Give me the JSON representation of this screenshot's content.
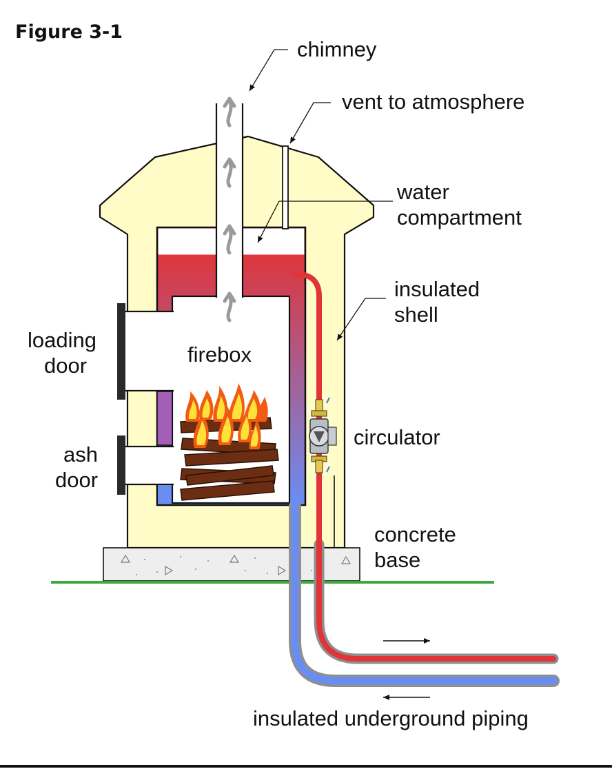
{
  "figure_label": "Figure 3-1",
  "labels": {
    "chimney": "chimney",
    "vent": "vent to atmosphere",
    "water_line1": "water",
    "water_line2": "compartment",
    "insulated_line1": "insulated",
    "insulated_line2": "shell",
    "loading_line1": "loading",
    "loading_line2": "door",
    "firebox": "firebox",
    "ash_line1": "ash",
    "ash_line2": "door",
    "circulator": "circulator",
    "concrete_line1": "concrete",
    "concrete_line2": "base",
    "piping": "insulated underground piping"
  },
  "colors": {
    "shell": "#FFFCC8",
    "hot_water": "#E03438",
    "cool_water": "#6A8DF2",
    "ground": "#3BAA3B",
    "concrete": "#EEEEEE",
    "door": "#2A2A2A",
    "ash_door_panel": "#A35FB5",
    "pipe_insulation": "#8F8F8F",
    "log": "#6B2E12",
    "flame_outer": "#F25C12",
    "flame_inner": "#FFE13A",
    "smoke": "#9A9A9A",
    "circulator_body": "#E6C84A"
  }
}
